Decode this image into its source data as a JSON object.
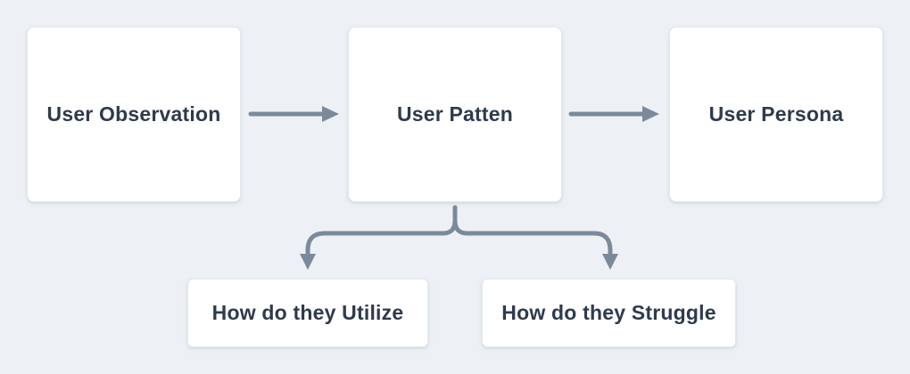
{
  "diagram": {
    "nodes": [
      {
        "id": "user-observation",
        "label": "User Observation"
      },
      {
        "id": "user-patten",
        "label": "User Patten"
      },
      {
        "id": "user-persona",
        "label": "User Persona"
      },
      {
        "id": "how-do-they-utilize",
        "label": "How do they Utilize"
      },
      {
        "id": "how-do-they-struggle",
        "label": "How do they Struggle"
      }
    ],
    "edges": [
      {
        "from": "User Observation",
        "to": "User Patten",
        "type": "arrow-right"
      },
      {
        "from": "User Patten",
        "to": "User Persona",
        "type": "arrow-right"
      },
      {
        "from": "User Patten",
        "to": "How do they Utilize",
        "type": "branch-down-left"
      },
      {
        "from": "User Patten",
        "to": "How do they Struggle",
        "type": "branch-down-right"
      }
    ]
  },
  "colors": {
    "background": "#edf1f5",
    "node_background": "#ffffff",
    "node_border": "#e4e9ef",
    "text": "#2e3b4d",
    "connector": "#7b8a9b"
  }
}
